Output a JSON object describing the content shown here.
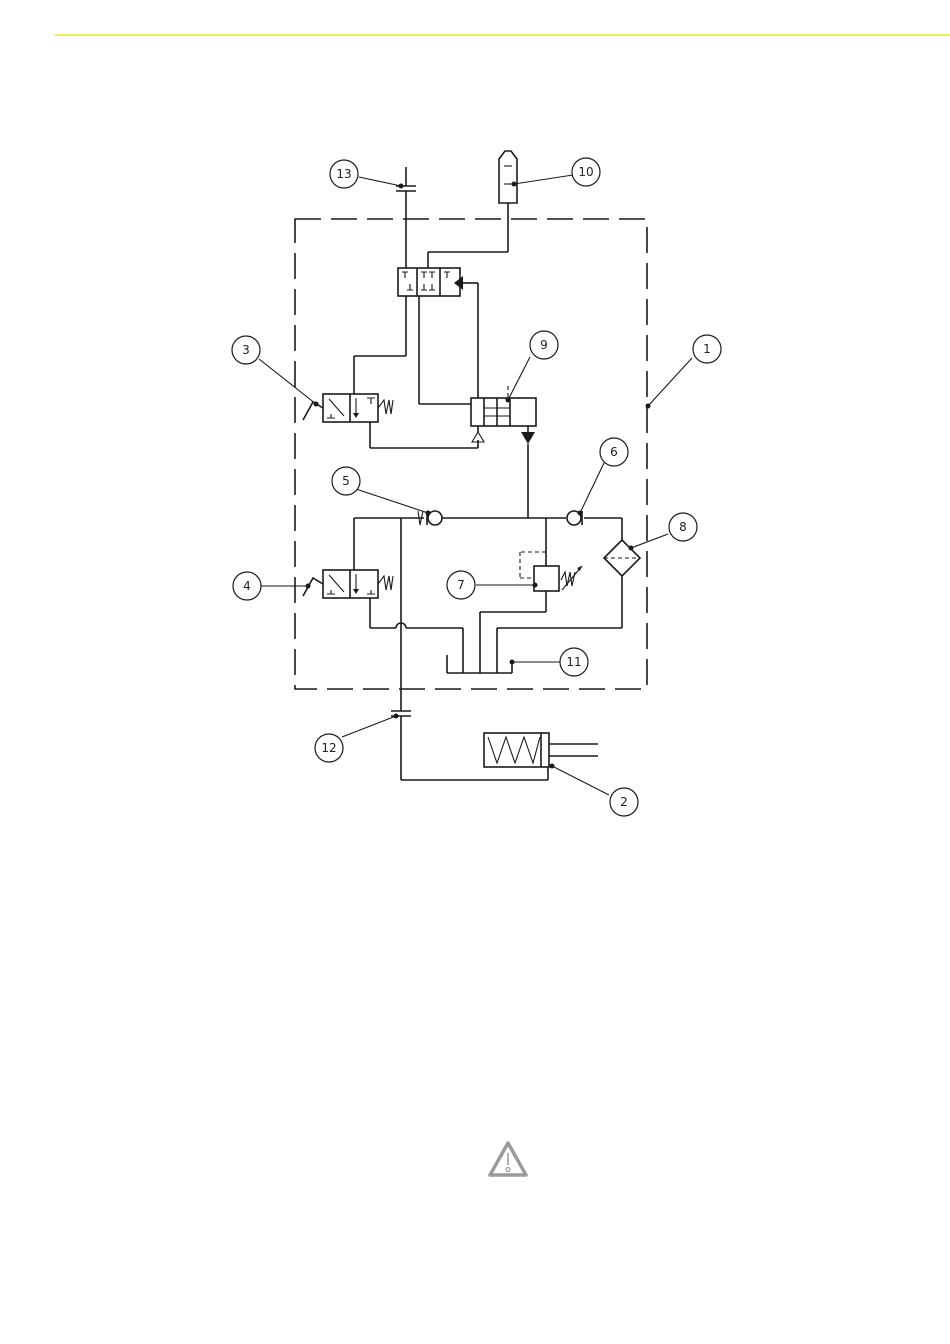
{
  "header": {
    "rule_color": "#f2ea54"
  },
  "diagram": {
    "callouts": [
      {
        "id": "callout-1",
        "label": "1"
      },
      {
        "id": "callout-2",
        "label": "2"
      },
      {
        "id": "callout-3",
        "label": "3"
      },
      {
        "id": "callout-4",
        "label": "4"
      },
      {
        "id": "callout-5",
        "label": "5"
      },
      {
        "id": "callout-6",
        "label": "6"
      },
      {
        "id": "callout-7",
        "label": "7"
      },
      {
        "id": "callout-8",
        "label": "8"
      },
      {
        "id": "callout-9",
        "label": "9"
      },
      {
        "id": "callout-10",
        "label": "10"
      },
      {
        "id": "callout-11",
        "label": "11"
      },
      {
        "id": "callout-12",
        "label": "12"
      },
      {
        "id": "callout-13",
        "label": "13"
      }
    ]
  },
  "footer": {
    "warning_icon": "warning-triangle-icon",
    "warning_color": "#9a9a9a"
  }
}
